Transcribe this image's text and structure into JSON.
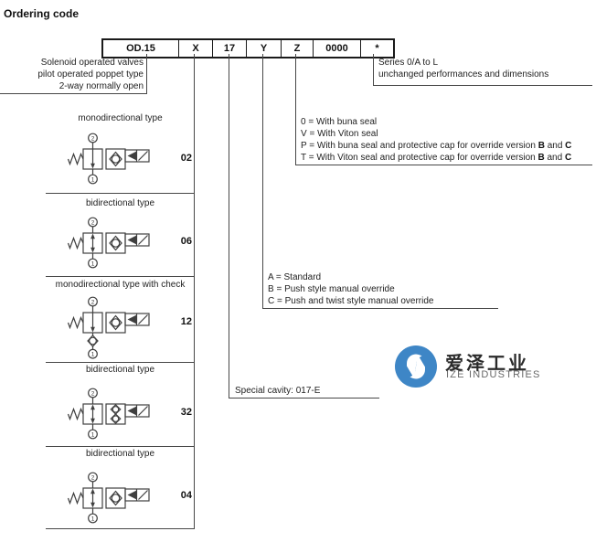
{
  "page": {
    "title": "Ordering code"
  },
  "code_table": {
    "cells": [
      "OD.15",
      "X",
      "17",
      "Y",
      "Z",
      "0000",
      "*"
    ]
  },
  "callouts": {
    "product": {
      "lines": [
        "Solenoid operated valves",
        "pilot operated poppet type",
        "2-way normally open"
      ]
    },
    "series": {
      "lines": [
        "Series 0/A to L",
        "unchanged performances and dimensions"
      ]
    },
    "seal": {
      "options": [
        {
          "text": "0 = With buna seal",
          "bold1": "",
          "mid": "",
          "bold2": ""
        },
        {
          "text": "V = With Viton seal",
          "bold1": "",
          "mid": "",
          "bold2": ""
        },
        {
          "text": "P = With buna seal and protective cap for override version ",
          "bold1": "B",
          "mid": " and ",
          "bold2": "C"
        },
        {
          "text": "T = With Viton seal and protective cap for override version ",
          "bold1": "B",
          "mid": " and ",
          "bold2": "C"
        }
      ]
    },
    "override": {
      "options": [
        "A = Standard",
        "B = Push style manual override",
        "C = Push and twist style manual override"
      ]
    },
    "cavity": {
      "text": "Special cavity: 017-E"
    }
  },
  "valve_sections": [
    {
      "label": "monodirectional type",
      "code": "02",
      "port_top": "2",
      "port_bottom": "1"
    },
    {
      "label": "bidirectional type",
      "code": "06",
      "port_top": "2",
      "port_bottom": "1"
    },
    {
      "label": "monodirectional type with check",
      "code": "12",
      "port_top": "2",
      "port_bottom": "1"
    },
    {
      "label": "bidirectional type",
      "code": "32",
      "port_top": "2",
      "port_bottom": "1"
    },
    {
      "label": "bidirectional type",
      "code": "04",
      "port_top": "2",
      "port_bottom": "1"
    }
  ],
  "logo": {
    "cn": "爱泽工业",
    "en": "IZE INDUSTRIES",
    "color": "#3E86C6"
  }
}
